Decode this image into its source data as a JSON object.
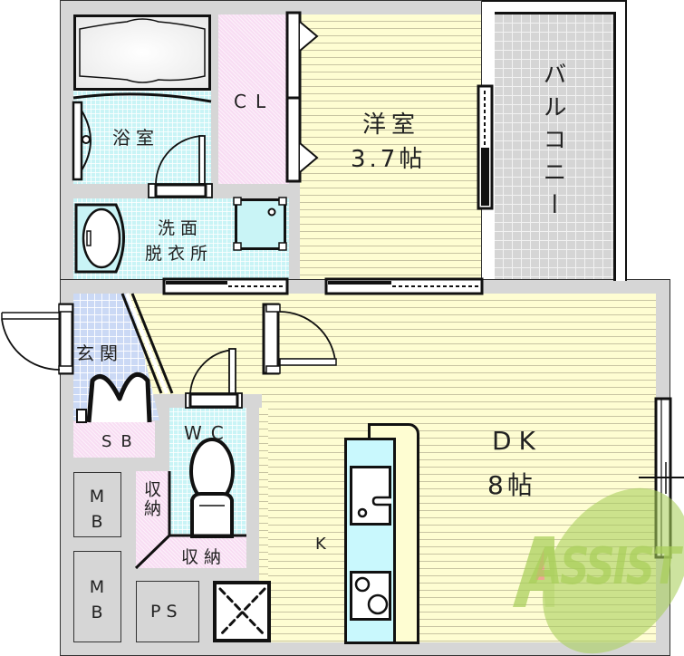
{
  "floor_plan": {
    "rooms": {
      "western_room": {
        "name": "洋室",
        "size": "3.7帖"
      },
      "dk": {
        "name": "DK",
        "size": "8帖"
      },
      "kitchen": {
        "name": "K"
      },
      "bathroom": {
        "name": "浴室"
      },
      "closet": {
        "name": "CL"
      },
      "washroom_line1": "洗面",
      "washroom_line2": "脱衣所",
      "balcony": {
        "name": "バルコニー"
      },
      "entrance": {
        "name": "玄関"
      },
      "shoe_box": {
        "name": "SB"
      },
      "toilet": {
        "name": "WC"
      },
      "storage_1": {
        "name": "収納"
      },
      "storage_2": {
        "name": "収納"
      },
      "meter_box_1": {
        "name": "MB"
      },
      "meter_box_2": {
        "name": "MB"
      },
      "pipe_space": {
        "name": "PS"
      }
    },
    "watermark": {
      "text": "ASSIST",
      "color": "#a9cf5a",
      "accent": "#e8857a"
    },
    "colors": {
      "wall": "#d6d6d6",
      "floor_wood": "#fefdd2",
      "wet_area": "#c9f4f6",
      "entrance": "#cbd9f5",
      "storage": "#f8ddf3",
      "balcony": "#d5d5d5"
    }
  }
}
